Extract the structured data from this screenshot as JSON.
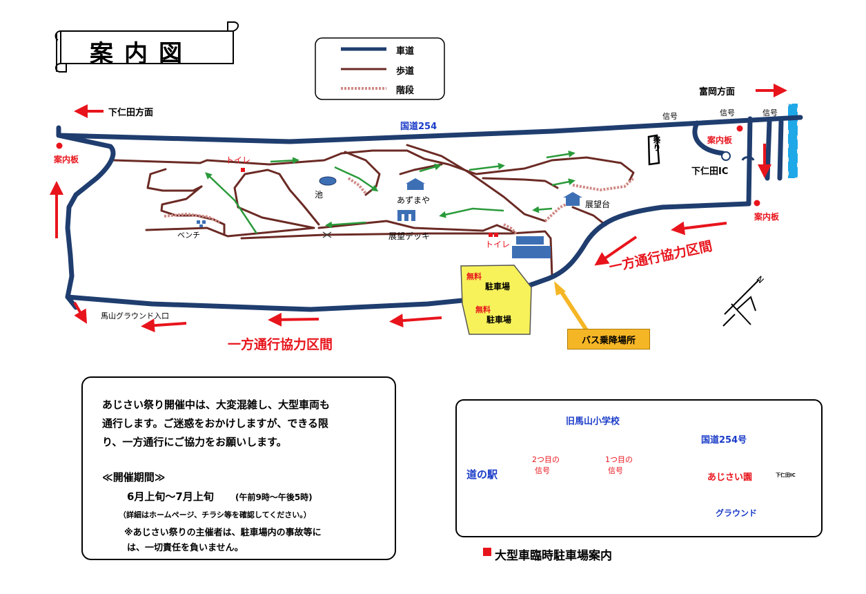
{
  "title": "案内図",
  "legend": [
    {
      "label": "車道",
      "style": "road",
      "color": "#1f3d6e"
    },
    {
      "label": "歩道",
      "style": "path",
      "color": "#6b2a24"
    },
    {
      "label": "階段",
      "style": "stairs",
      "color": "#d08a86"
    }
  ],
  "directions": {
    "shimonida": "下仁田方面",
    "tomioka": "富岡方面"
  },
  "roads": {
    "national_route": "国道254",
    "matsuri": "祭り"
  },
  "signals": [
    "信号",
    "信号",
    "信号"
  ],
  "info_board": "案内板",
  "interchange": "下仁田IC",
  "places": {
    "toilet": "トイレ",
    "pond": "池",
    "azumaya": "あずまや",
    "observatory": "展望台",
    "bench": "ベンチ",
    "deck": "展望デッキ",
    "free": "無料",
    "parking": "駐車場",
    "ground_entrance": "馬山グラウンド入口",
    "bus_stop": "バス乗降場所"
  },
  "one_way": "一方通行協力区間",
  "compass": "N",
  "notice": {
    "lines": [
      "あじさい祭り開催中は、大変混雑し、大型車両も",
      "通行します。ご迷惑をおかけしますが、できる限",
      "り、一方通行にご協力をお願いします。"
    ],
    "period_header": "≪開催期間≫",
    "period": "6月上旬～7月上旬",
    "hours": "(午前9時～午後5時)",
    "details": "（詳細はホームページ、チラシ等を確認してください。）",
    "disclaimer_1": "※あじさい祭りの主催者は、駐車場内の事故等に",
    "disclaimer_2": "は、一切責任を負いません。"
  },
  "inset": {
    "school": "旧馬山小学校",
    "route": "国道254号",
    "michinoeki": "道の駅",
    "signal2_a": "2つ目の",
    "signal2_b": "信号",
    "signal1_a": "1つ目の",
    "signal1_b": "信号",
    "ajisaien": "あじさい園",
    "ic_small": "下仁田IC",
    "ground": "グラウンド",
    "caption": "大型車臨時駐車場案内"
  },
  "colors": {
    "road": "#1f3d6e",
    "path": "#6b2a24",
    "stairs": "#d08a86",
    "arrow_red": "#e8141c",
    "arrow_green": "#2a9a3a",
    "parking_fill": "#f7f25a",
    "facility_blue": "#3d6fb5",
    "river": "#1ea8e8",
    "bus": "#f5b626"
  }
}
